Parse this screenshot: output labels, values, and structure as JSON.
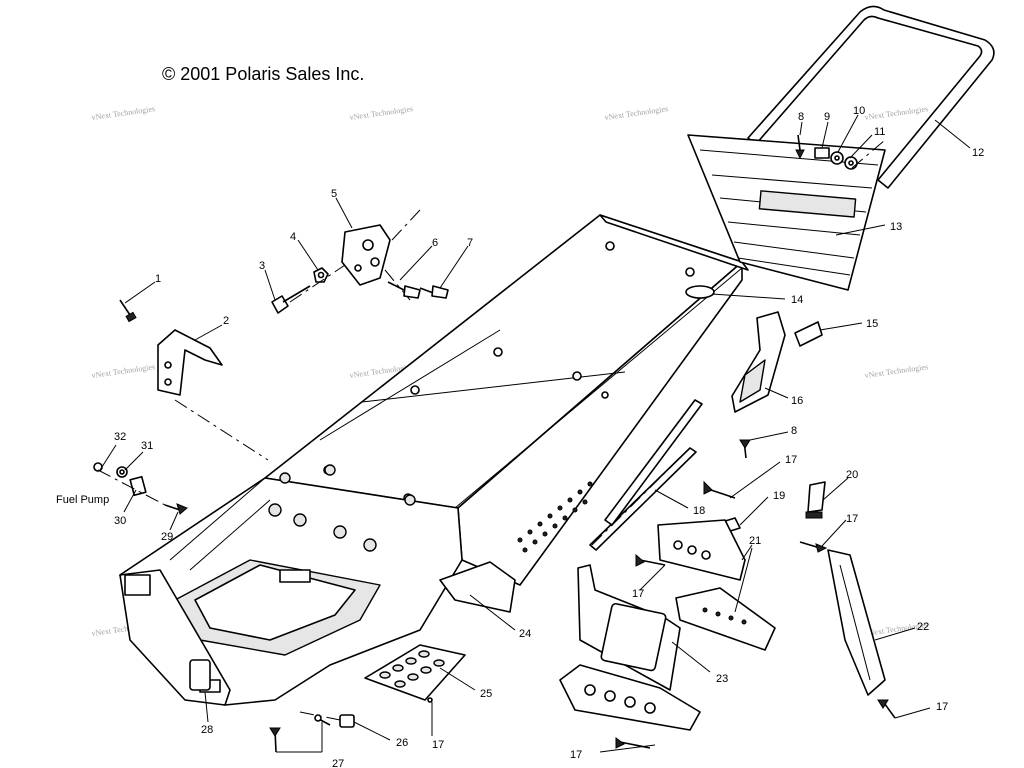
{
  "copyright": "© 2001 Polaris Sales Inc.",
  "watermark": "vNext Technologies",
  "fuel_pump_label": "Fuel Pump",
  "callouts": {
    "c1": "1",
    "c2": "2",
    "c3": "3",
    "c4": "4",
    "c5": "5",
    "c6": "6",
    "c7": "7",
    "c8a": "8",
    "c8b": "8",
    "c9": "9",
    "c10": "10",
    "c11": "11",
    "c12": "12",
    "c13": "13",
    "c14": "14",
    "c15": "15",
    "c16": "16",
    "c17a": "17",
    "c17b": "17",
    "c17c": "17",
    "c17d": "17",
    "c17e": "17",
    "c17f": "17",
    "c18": "18",
    "c19": "19",
    "c20": "20",
    "c21": "21",
    "c22": "22",
    "c23": "23",
    "c24": "24",
    "c25": "25",
    "c26": "26",
    "c27": "27",
    "c28": "28",
    "c29": "29",
    "c30": "30",
    "c31": "31",
    "c32": "32"
  },
  "colors": {
    "line": "#000000",
    "background": "#ffffff"
  }
}
